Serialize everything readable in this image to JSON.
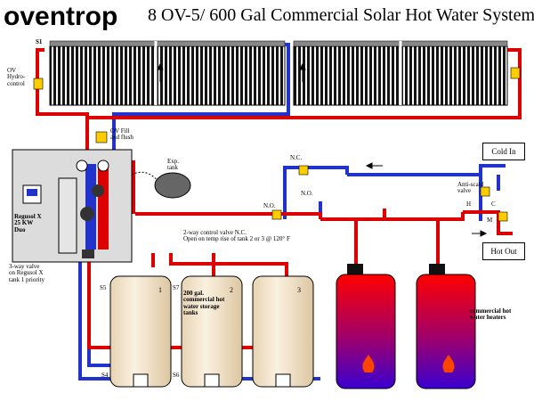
{
  "brand": "oventrop",
  "title": "8 OV-5/ 600 Gal Commercial Solar Hot Water System",
  "labels": {
    "s1": "S1",
    "hydro": "OV\nHydro-\ncontrol",
    "fill": "OV Fill\nand flush",
    "exp": "Exp.\ntank",
    "regusol": "Regusol X\n25 KW\nDuo",
    "three_way": "3-way valve\non Regusol X\ntank 1 priority",
    "nc_top": "N.C.",
    "no_right": "N.O.",
    "no_mid": "N.O.",
    "two_way": "2-way control valve N.C.\nOpen on temp rise of tank 2 or 3 @ 120° F",
    "anti_scald": "Anti-scald\nvalve",
    "h": "H",
    "c": "C",
    "m": "M",
    "cold_in": "Cold In",
    "hot_out": "Hot Out",
    "s5": "S5",
    "s7": "S7",
    "tank1": "1",
    "tank2": "2",
    "tank3": "3",
    "storage": "200 gal.\ncommercial hot\nwater storage\ntanks",
    "heaters": "commercial hot\nwater heaters",
    "s4": "S4",
    "s6": "S6"
  },
  "colors": {
    "hot": "#dd0000",
    "cold": "#2233cc",
    "panel": "#dcdcdc",
    "tank": "#f3e4cc"
  }
}
